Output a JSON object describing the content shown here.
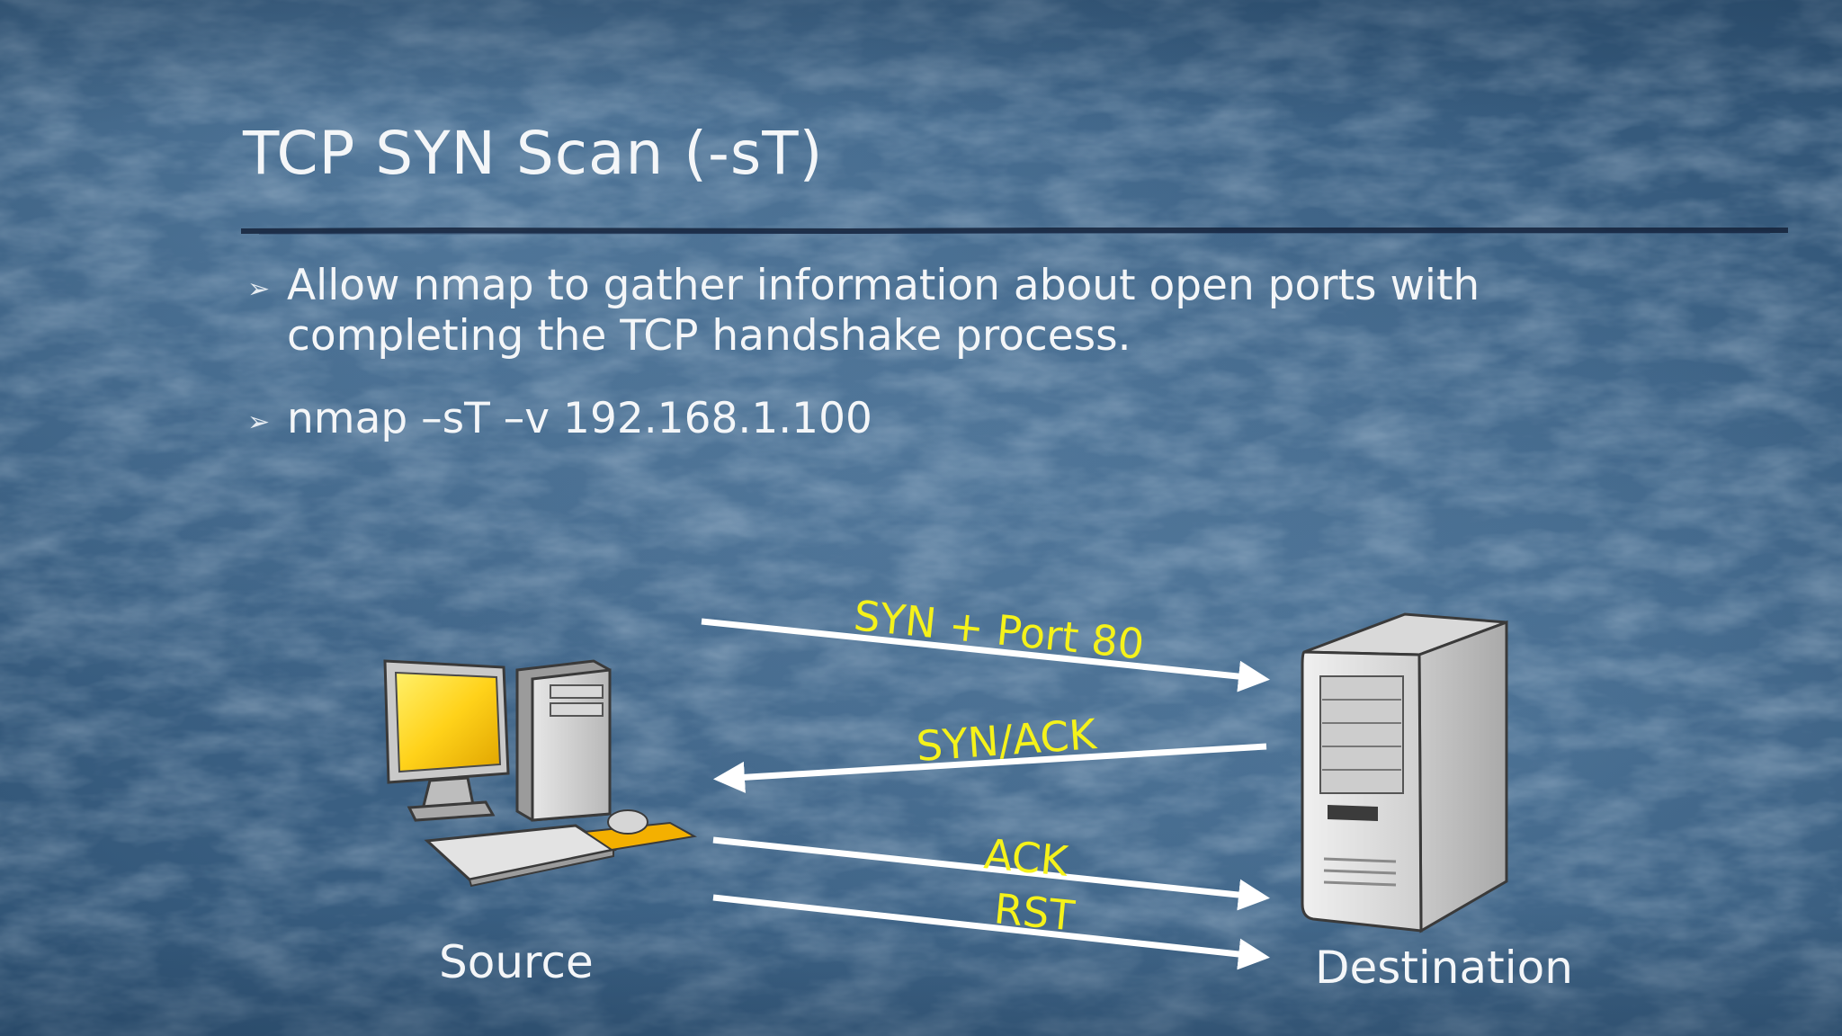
{
  "slide": {
    "title": "TCP SYN Scan (-sT)",
    "bullets": [
      {
        "marker": "➢",
        "text": "Allow nmap to gather information about open ports with completing the TCP handshake process."
      },
      {
        "marker": "➢",
        "text": "nmap –sT –v 192.168.1.100"
      }
    ]
  },
  "diagram": {
    "nodes": {
      "source": "Source",
      "destination": "Destination"
    },
    "messages": [
      {
        "label": "SYN + Port 80",
        "direction": "source-to-destination"
      },
      {
        "label": "SYN/ACK",
        "direction": "destination-to-source"
      },
      {
        "label": "ACK",
        "direction": "source-to-destination"
      },
      {
        "label": "RST",
        "direction": "source-to-destination"
      }
    ]
  },
  "colors": {
    "background": "#3d6285",
    "text": "#f4f6f8",
    "arrow": "#ffffff",
    "message_label": "#f5f21a",
    "title_rule": "#14223a",
    "screen": "#ffd21a"
  }
}
